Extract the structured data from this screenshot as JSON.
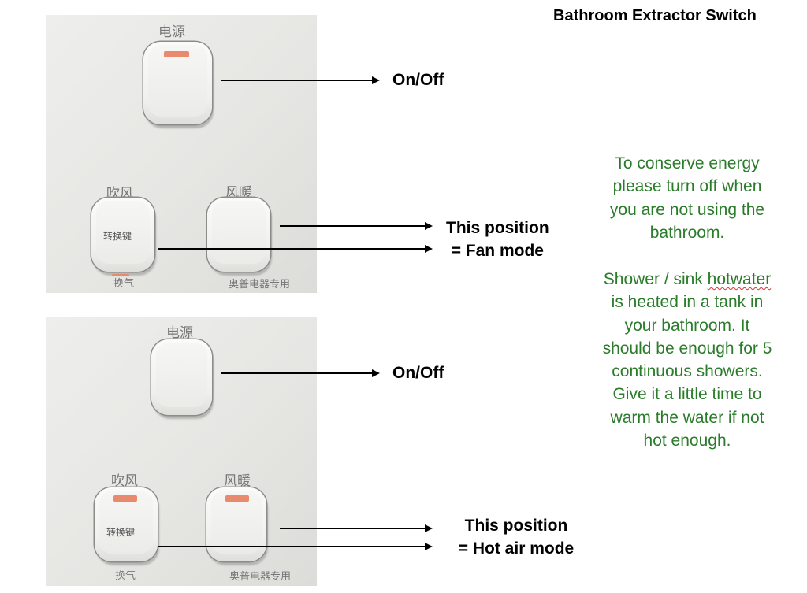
{
  "title": "Bathroom Extractor Switch",
  "switch_panels": [
    {
      "power_label": "电源",
      "fan_label": "吹风",
      "heat_label": "风暖",
      "mode_key_label": "转换键",
      "vent_label": "换气",
      "brand_label": "奥普电器专用",
      "power_indicator": "on",
      "mode_indicator": "on",
      "heat_indicator": "off"
    },
    {
      "power_label": "电源",
      "fan_label": "吹风",
      "heat_label": "风暖",
      "mode_key_label": "转换键",
      "vent_label": "换气",
      "brand_label": "奥普电器专用",
      "power_indicator": "off",
      "mode_indicator": "on",
      "heat_indicator": "on"
    }
  ],
  "callouts": {
    "on_off_top": "On/Off",
    "fan_mode_line1": "This position",
    "fan_mode_line2": "= Fan mode",
    "on_off_bottom": "On/Off",
    "hot_air_line1": "This position",
    "hot_air_line2": "= Hot air mode"
  },
  "notes": {
    "energy_lines": [
      "To conserve energy",
      "please turn off when",
      "you are not using the",
      "bathroom."
    ],
    "hotwater_line1_start": "Shower / sink ",
    "hotwater_line1_word": "hotwater",
    "hotwater_lines": [
      "is heated in a tank in",
      "your bathroom. It",
      "should be enough for 5",
      "continuous showers.",
      "Give it a little time to",
      "warm the water if not",
      "hot enough."
    ]
  },
  "colors": {
    "note_text": "#2a7c2a",
    "indicator_on": "#e98a6e",
    "indicator_off": "#d7d5d2"
  }
}
